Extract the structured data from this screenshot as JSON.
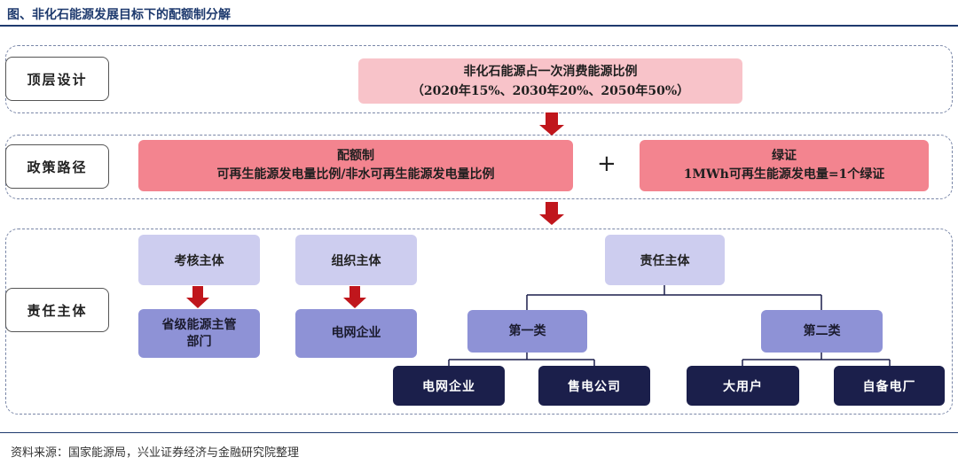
{
  "title": "图、非化石能源发展目标下的配额制分解",
  "rows": {
    "top": "顶层设计",
    "policy": "政策路径",
    "responsibility": "责任主体"
  },
  "top_goal": {
    "line1": "非化石能源占一次消费能源比例",
    "line2": "（2020年15%、2030年20%、2050年50%）"
  },
  "quota": {
    "line1": "配额制",
    "line2": "可再生能源发电量比例/非水可再生能源发电量比例"
  },
  "plus": "+",
  "green_cert": {
    "line1": "绿证",
    "line2": "1MWh可再生能源发电量=1个绿证"
  },
  "assessment": {
    "subject": "考核主体",
    "dept_line1": "省级能源主管",
    "dept_line2": "部门"
  },
  "organization": {
    "subject": "组织主体",
    "entity": "电网企业"
  },
  "responsible": {
    "subject": "责任主体",
    "cat1": "第一类",
    "cat2": "第二类",
    "leaves": [
      "电网企业",
      "售电公司",
      "大用户",
      "自备电厂"
    ]
  },
  "source": "资料来源：国家能源局，兴业证券经济与金融研究院整理",
  "colors": {
    "arrow": "#c0161c",
    "navy": "#1b1f4b",
    "rule": "#1e3a6e"
  }
}
